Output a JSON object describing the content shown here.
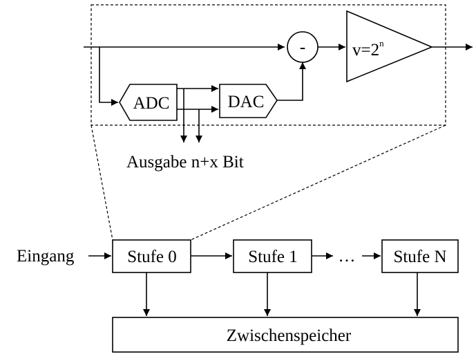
{
  "detail": {
    "adc_label": "ADC",
    "dac_label": "DAC",
    "subtract_label": "-",
    "amp_label": "v=2",
    "amp_exponent": "n",
    "output_label": "Ausgabe n+x Bit"
  },
  "pipeline": {
    "input_label": "Eingang",
    "stages": [
      "Stufe 0",
      "Stufe 1",
      "Stufe N"
    ],
    "ellipsis": "…",
    "buffer_label": "Zwischenspeicher"
  }
}
